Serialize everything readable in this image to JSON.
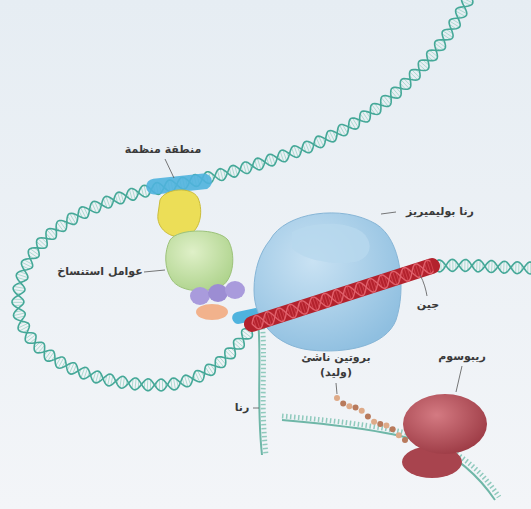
{
  "diagram": {
    "labels": [
      "منطقة منظمة",
      "رنا بوليميريز",
      "عوامل استنساخ",
      "جين",
      "بروتين ناشئ (وليد)",
      "ريبوسوم",
      "رنا"
    ]
  }
}
